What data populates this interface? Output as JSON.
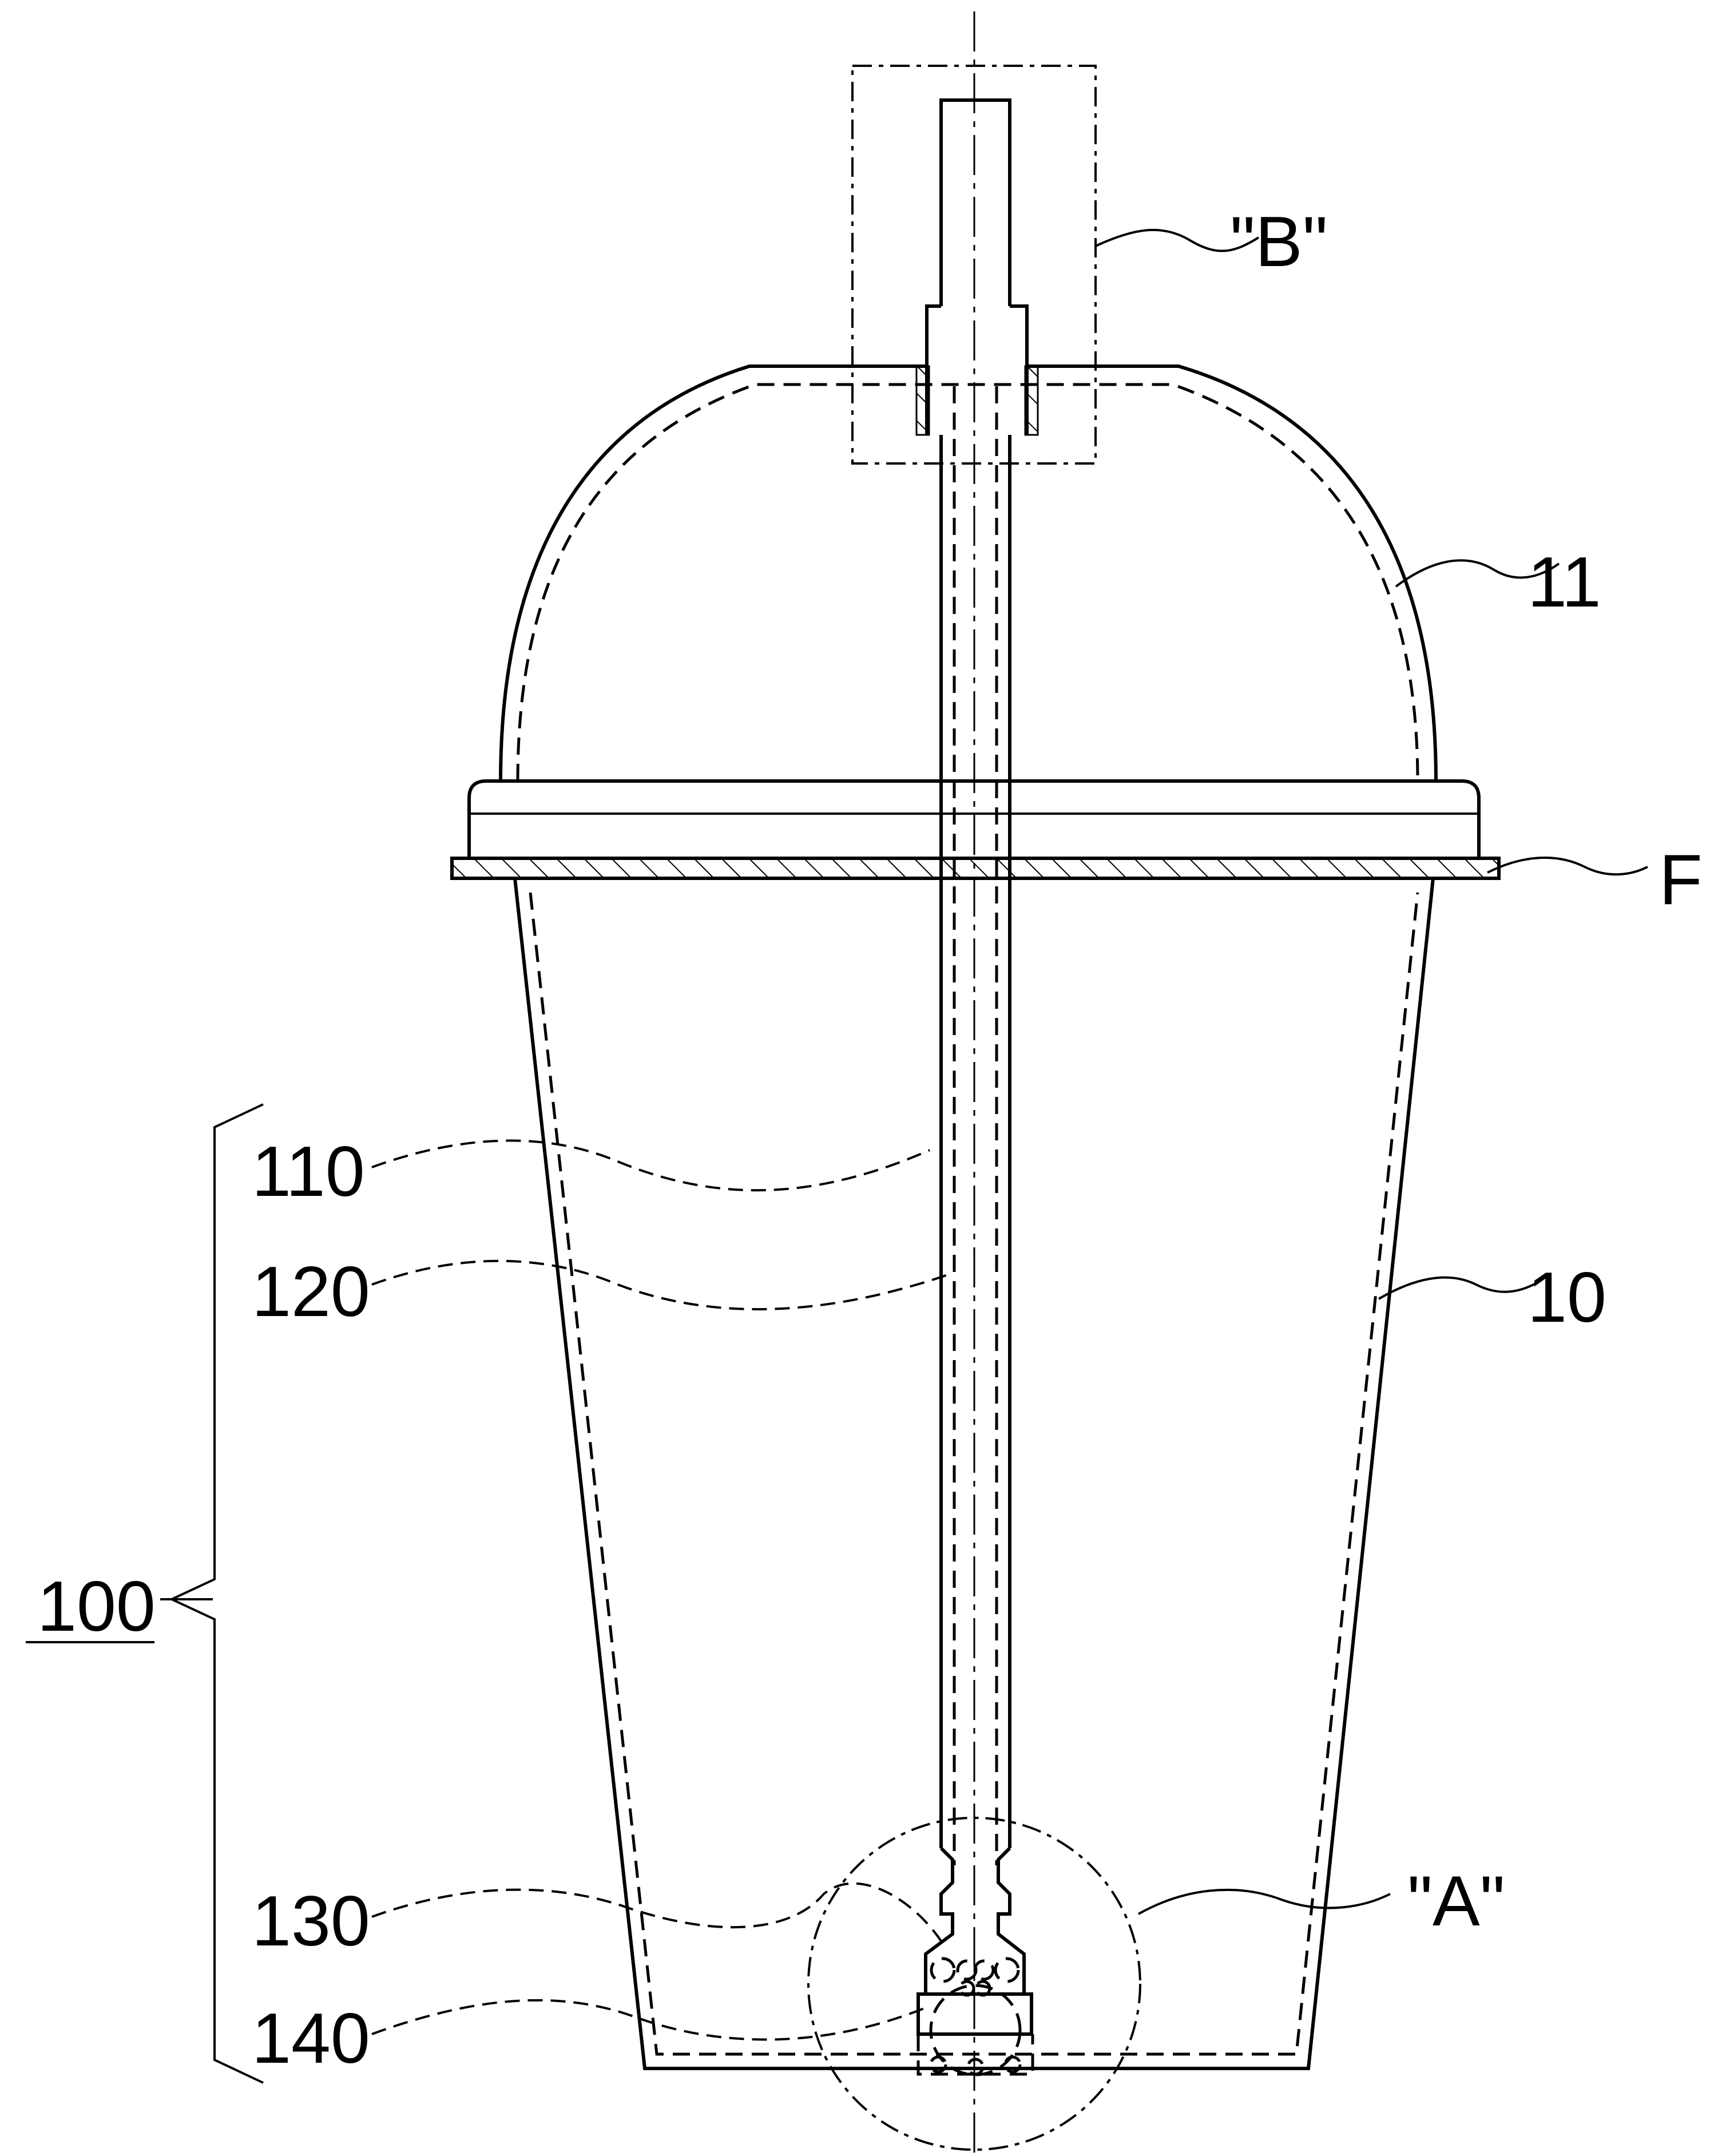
{
  "labels": {
    "cup": "10",
    "lid": "11",
    "flange": "F",
    "assembly": "100",
    "outer_tube": "110",
    "inner_tube": "120",
    "valve_seat": "130",
    "ball": "140",
    "detail_a": "\"A\"",
    "detail_b": "\"B\""
  }
}
